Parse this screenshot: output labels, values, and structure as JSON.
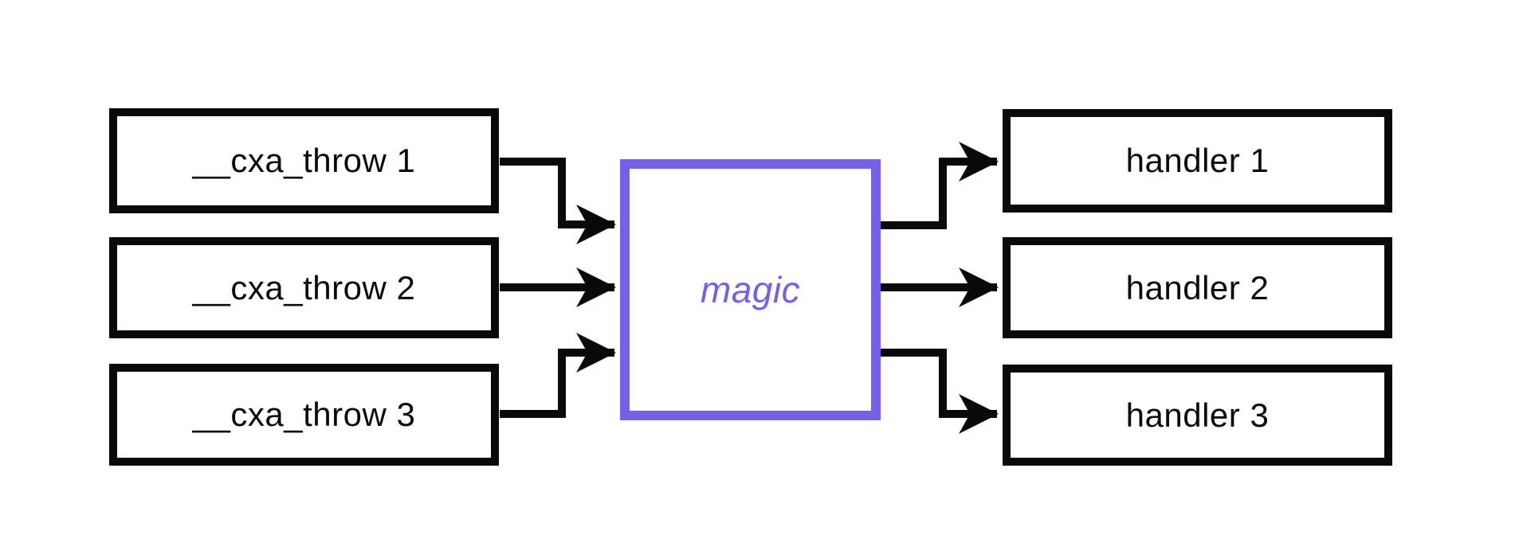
{
  "colors": {
    "accent": "#7561E8",
    "line": "#0A0A0A",
    "background": "#FFFFFF"
  },
  "diagram": {
    "throw_boxes": [
      {
        "label": "__cxa_throw 1"
      },
      {
        "label": "__cxa_throw 2"
      },
      {
        "label": "__cxa_throw 3"
      }
    ],
    "magic_box": {
      "label": "magic"
    },
    "handler_boxes": [
      {
        "label": "handler 1"
      },
      {
        "label": "handler 2"
      },
      {
        "label": "handler 3"
      }
    ],
    "connections": [
      {
        "from": "__cxa_throw 1",
        "to": "magic"
      },
      {
        "from": "__cxa_throw 2",
        "to": "magic"
      },
      {
        "from": "__cxa_throw 3",
        "to": "magic"
      },
      {
        "from": "magic",
        "to": "handler 1"
      },
      {
        "from": "magic",
        "to": "handler 2"
      },
      {
        "from": "magic",
        "to": "handler 3"
      }
    ]
  }
}
